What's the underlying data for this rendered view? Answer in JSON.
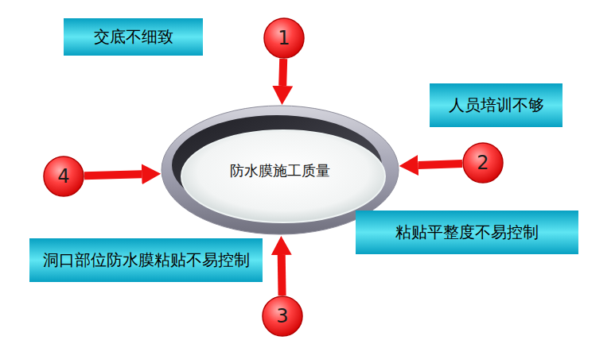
{
  "diagram": {
    "nodes": [
      {
        "text": [
          "交底不细致"
        ]
      },
      {
        "text": [
          "1"
        ]
      },
      {
        "text": [
          "人员培训不够"
        ]
      },
      {
        "text": [
          "防水膜施工质量"
        ]
      },
      {
        "text": [
          "2"
        ]
      },
      {
        "text": [
          "4"
        ]
      },
      {
        "text": [
          "粘贴平整度不易控制"
        ]
      },
      {
        "text": [
          "洞口部位防水膜粘贴不易控制"
        ]
      },
      {
        "text": [
          "3"
        ]
      }
    ],
    "edges": [
      {
        "from": 1,
        "to": 3,
        "arrow": "to"
      },
      {
        "from": 4,
        "to": 3,
        "arrow": "to"
      },
      {
        "from": 8,
        "to": 3,
        "arrow": "to"
      },
      {
        "from": 5,
        "to": 3,
        "arrow": "to"
      }
    ]
  }
}
